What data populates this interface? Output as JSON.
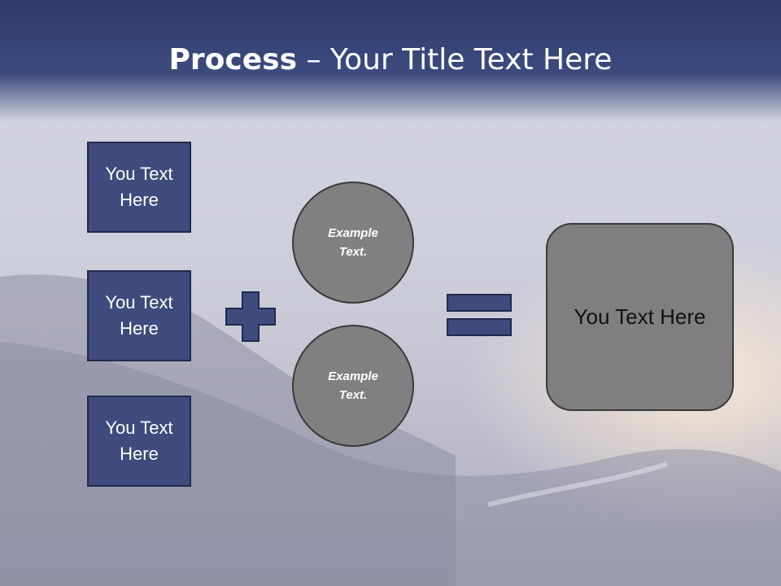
{
  "title": {
    "bold": "Process",
    "rest": " – Your Title Text Here"
  },
  "left_boxes": [
    {
      "label": "You Text Here"
    },
    {
      "label": "You Text Here"
    },
    {
      "label": "You Text Here"
    }
  ],
  "circles": [
    {
      "label": "Example Text."
    },
    {
      "label": "Example Text."
    }
  ],
  "result": {
    "label": "You Text Here"
  },
  "colors": {
    "title_band": "#2e3a6b",
    "box_fill": "#3e4b7c",
    "circle_fill": "#808080",
    "result_fill": "#7f7f7f"
  }
}
